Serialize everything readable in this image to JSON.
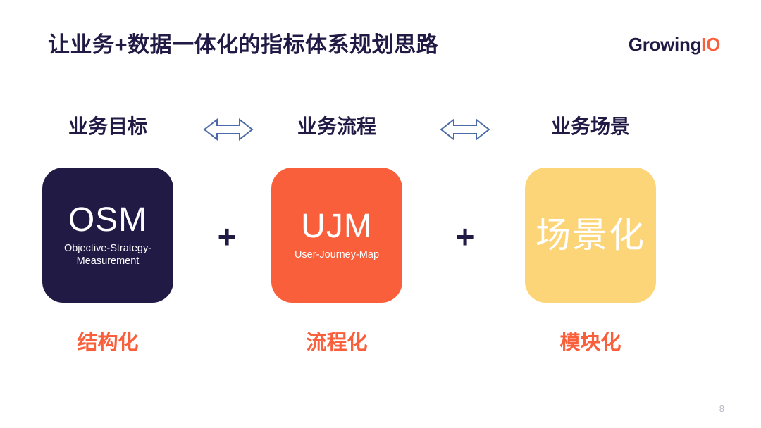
{
  "header": {
    "title": "让业务+数据一体化的指标体系规划思路",
    "logo_primary": "Growing",
    "logo_accent": "IO"
  },
  "columns": [
    {
      "heading": "业务目标",
      "card_title": "OSM",
      "card_subtitle": "Objective-Strategy-\nMeasurement",
      "card_color": "#201a45",
      "footer_label": "结构化"
    },
    {
      "heading": "业务流程",
      "card_title": "UJM",
      "card_subtitle": "User-Journey-Map",
      "card_color": "#fa5f3c",
      "footer_label": "流程化"
    },
    {
      "heading": "业务场景",
      "card_title": "场景化",
      "card_subtitle": "",
      "card_color": "#fcd579",
      "footer_label": "模块化"
    }
  ],
  "connectors": {
    "arrow_icon": "double-headed-arrow",
    "arrow_color": "#4a6ba8",
    "plus_sign": "+",
    "plus_color": "#201a45"
  },
  "footer": {
    "page_number": "8"
  },
  "colors": {
    "background": "#ffffff",
    "navy": "#201a45",
    "orange": "#fa5f3c",
    "amber": "#fcd579",
    "arrow_blue": "#4a6ba8",
    "page_number_gray": "#b9b9c4"
  }
}
